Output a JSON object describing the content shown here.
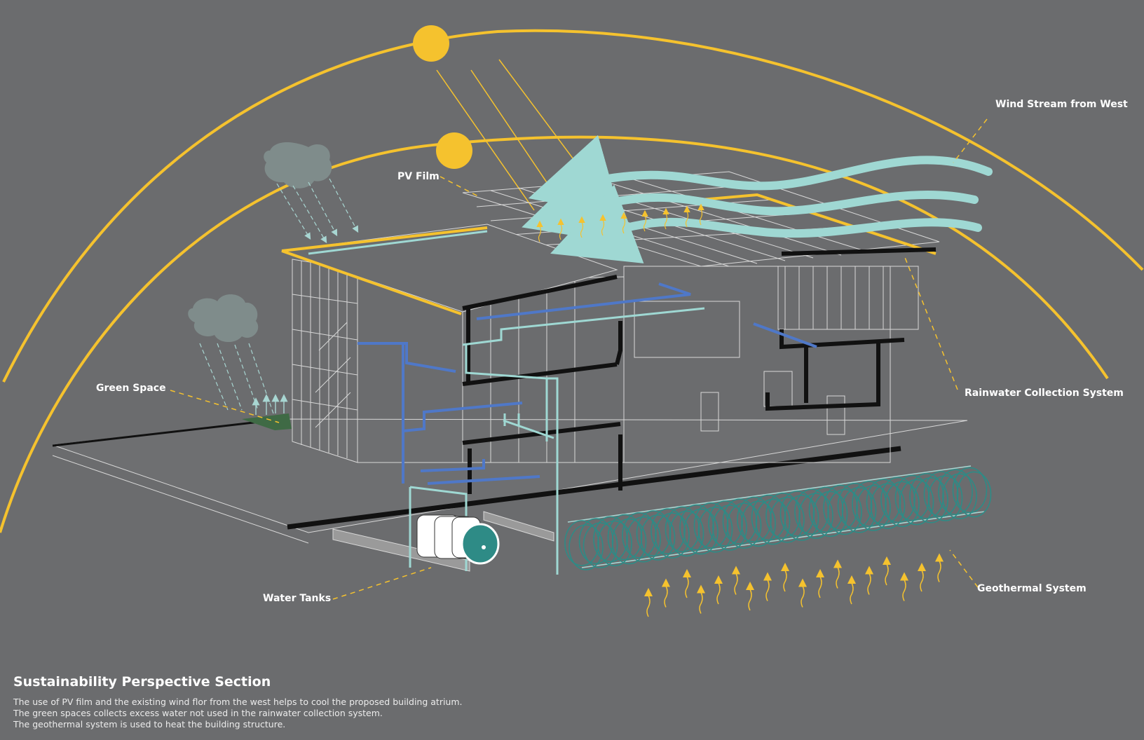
{
  "labels": {
    "pv_film": "PV Film",
    "wind_stream": "Wind Stream from West",
    "green_space": "Green Space",
    "rainwater": "Rainwater Collection System",
    "water_tanks": "Water Tanks",
    "geothermal": "Geothermal System"
  },
  "caption": {
    "title": "Sustainability Perspective Section",
    "lines": [
      "The use of PV film and the existing wind flor from the west helps to cool the proposed building atrium.",
      "The green spaces collects excess water not used in the rainwater collection system.",
      "The geothermal system is used to heat the building structure."
    ]
  },
  "colors": {
    "background": "#6b6c6e",
    "sun": "#f5c22e",
    "sun_path": "#f5c22e",
    "wind": "#9fd8d3",
    "cloud": "#7f8c8b",
    "rain": "#a8d6d2",
    "water_pipe_blue": "#4f78c8",
    "water_pipe_teal": "#9fd8d3",
    "structure": "#111111",
    "wireframe": "#d8d8d8",
    "green_space": "#3f6a45",
    "geothermal": "#2e8b86",
    "tank": "#2e8b86",
    "heat_arrows": "#f5c22e"
  },
  "icons": [
    "sun-icon",
    "cloud-icon",
    "wind-stream-icon",
    "rain-icon",
    "heat-arrow-icon",
    "water-tank-icon"
  ]
}
